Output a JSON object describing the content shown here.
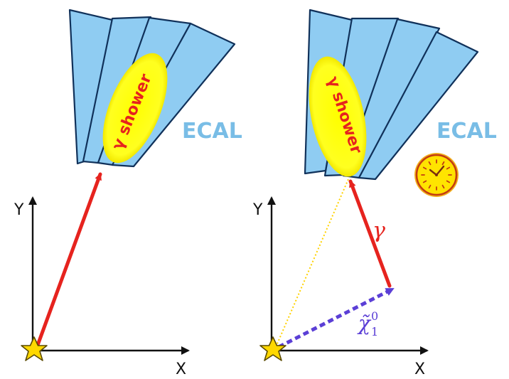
{
  "left_panel": {
    "detector_label": "ECAL",
    "shower_label": "γ shower",
    "axis_y": "Y",
    "axis_x": "X"
  },
  "right_panel": {
    "detector_label": "ECAL",
    "shower_label": "γ shower",
    "axis_y": "Y",
    "axis_x": "X",
    "photon_label": "γ",
    "neutralino_label": "χ̃",
    "neutralino_sup": "0",
    "neutralino_sub": "1"
  },
  "colors": {
    "ecal_fill": "#8fccf2",
    "ecal_stroke": "#10315a",
    "shower_fill": "#ffff00",
    "photon_arrow": "#e6231e",
    "neutralino_arrow": "#5b3fd6",
    "projection_line": "#ffd200",
    "star": "#ffd800",
    "clock": "#ffd800"
  },
  "icons": [
    "star-icon",
    "clock-icon"
  ]
}
